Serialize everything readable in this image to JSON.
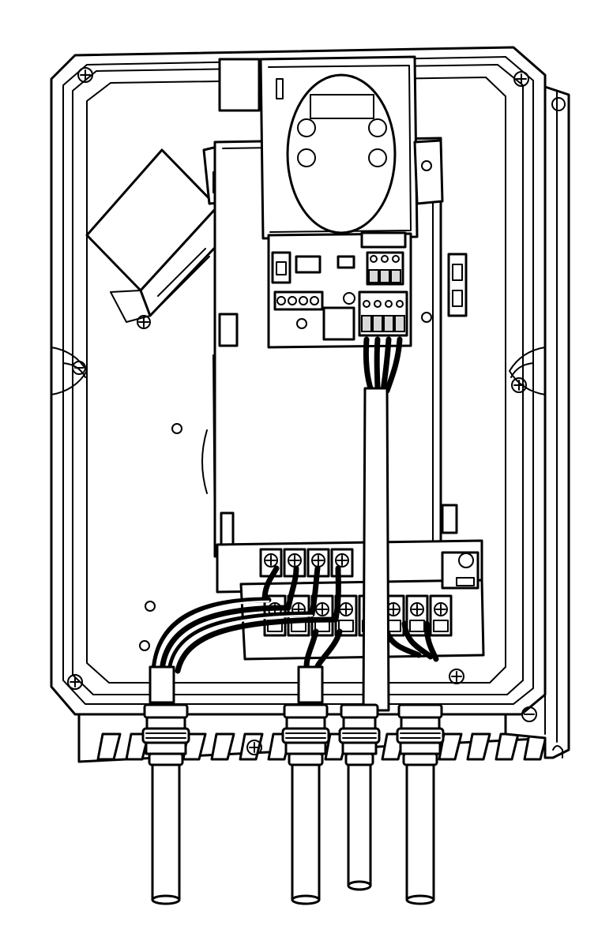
{
  "figure": {
    "type": "line-drawing",
    "colors": {
      "stroke": "#000000",
      "fill": "#ffffff",
      "shade": "#d9d9d9"
    },
    "counts": {
      "cable_glands": 4,
      "upper_terminals": 4,
      "lower_terminals": 8,
      "keypad_buttons": 4,
      "module_terminals_top": 3,
      "module_terminals_bottom": 4,
      "control_terminals": 4,
      "heatsink_fins": 16,
      "corner_screws": 6
    }
  }
}
